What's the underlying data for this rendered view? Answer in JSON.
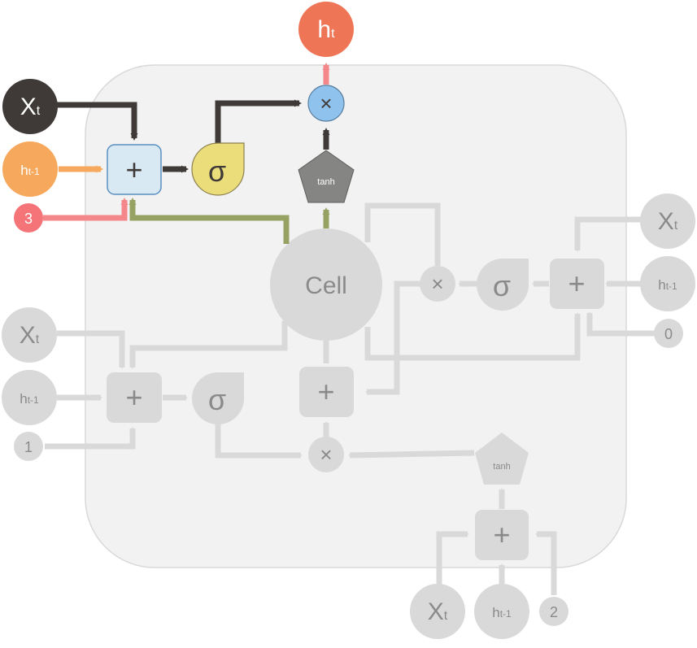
{
  "colors": {
    "background": "#ffffff",
    "panel_fill": "#f2f2f2",
    "panel_stroke": "#d9d9d9",
    "inactive_fill": "#d9d9d9",
    "inactive_line": "#d9d9d9",
    "inactive_text": "#8a8a8a",
    "dark": "#3f3a38",
    "output_h": "#ef7557",
    "input_h_prev": "#f6a85c",
    "bias_active": "#f47477",
    "sum_active_fill": "#d9e9f4",
    "sum_active_stroke": "#5a8fc1",
    "sigmoid_active": "#ecdd7b",
    "mult_active": "#8fc3ee",
    "tanh_active": "#858583",
    "cell_link": "#95a263",
    "output_arrow": "#f4878a"
  },
  "nodes": {
    "cell_label": "Cell",
    "output_h_label": "h",
    "output_h_sub": "t",
    "x_label": "X",
    "x_sub": "t",
    "h_prev_label": "h",
    "h_prev_sub": "t-1",
    "plus_symbol": "+",
    "times_symbol": "×",
    "sigma_symbol": "σ",
    "tanh_label": "tanh",
    "bias_output_gate": "3",
    "bias_forget_gate": "1",
    "bias_input_gate": "0",
    "bias_candidate": "2"
  }
}
